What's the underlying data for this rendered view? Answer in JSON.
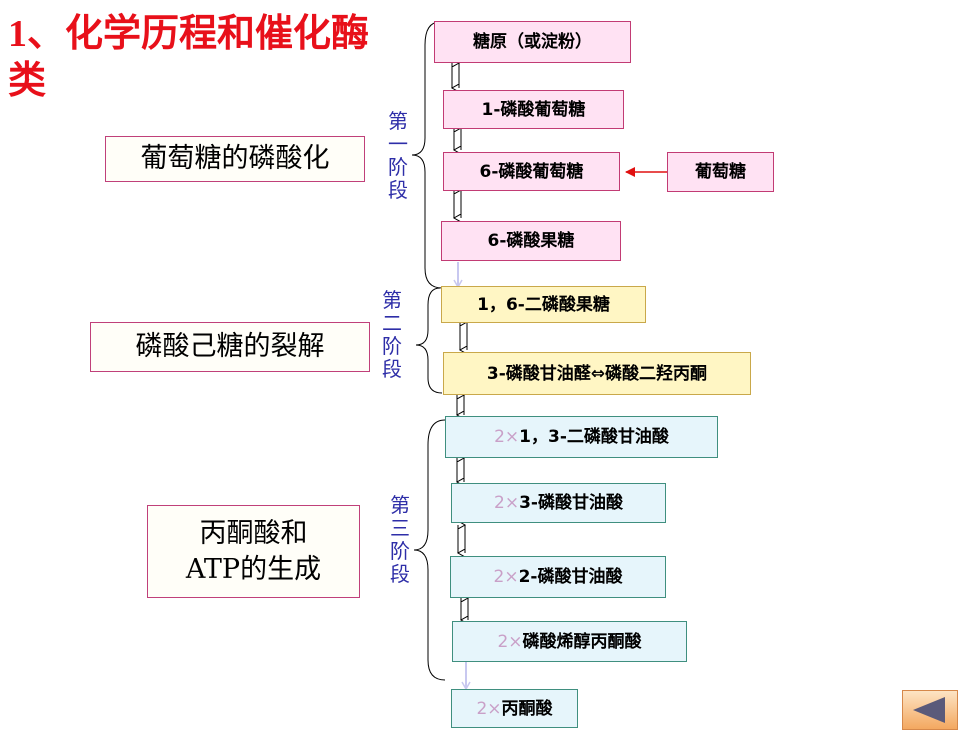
{
  "title": {
    "number": "1",
    "sep": "、",
    "text": "化学历程和催化酶类"
  },
  "sections": [
    {
      "label": "葡萄糖的磷酸化"
    },
    {
      "label": "磷酸己糖的裂解"
    },
    {
      "label_line1": "丙酮酸和",
      "label_line2": "ATP的生成"
    }
  ],
  "stages": [
    "第一阶段",
    "第二阶段",
    "第三阶段"
  ],
  "steps": [
    {
      "text": "糖原（或淀粉）"
    },
    {
      "text": "1-磷酸葡萄糖"
    },
    {
      "text": "6-磷酸葡萄糖"
    },
    {
      "text": "6-磷酸果糖"
    },
    {
      "text": "1，6-二磷酸果糖"
    },
    {
      "text": "3-磷酸甘油醛⇔磷酸二羟丙酮"
    },
    {
      "prefix": "2×",
      "text": "1，3-二磷酸甘油酸"
    },
    {
      "prefix": "2×",
      "text": "3-磷酸甘油酸"
    },
    {
      "prefix": "2×",
      "text": "2-磷酸甘油酸"
    },
    {
      "prefix": "2×",
      "text": "磷酸烯醇丙酮酸"
    },
    {
      "prefix": "2×",
      "text": "丙酮酸"
    }
  ],
  "side_input": {
    "text": "葡萄糖"
  },
  "colors": {
    "title": "#e8101a",
    "stage_text": "#2e2ea8",
    "arrow_red": "#e01010"
  }
}
